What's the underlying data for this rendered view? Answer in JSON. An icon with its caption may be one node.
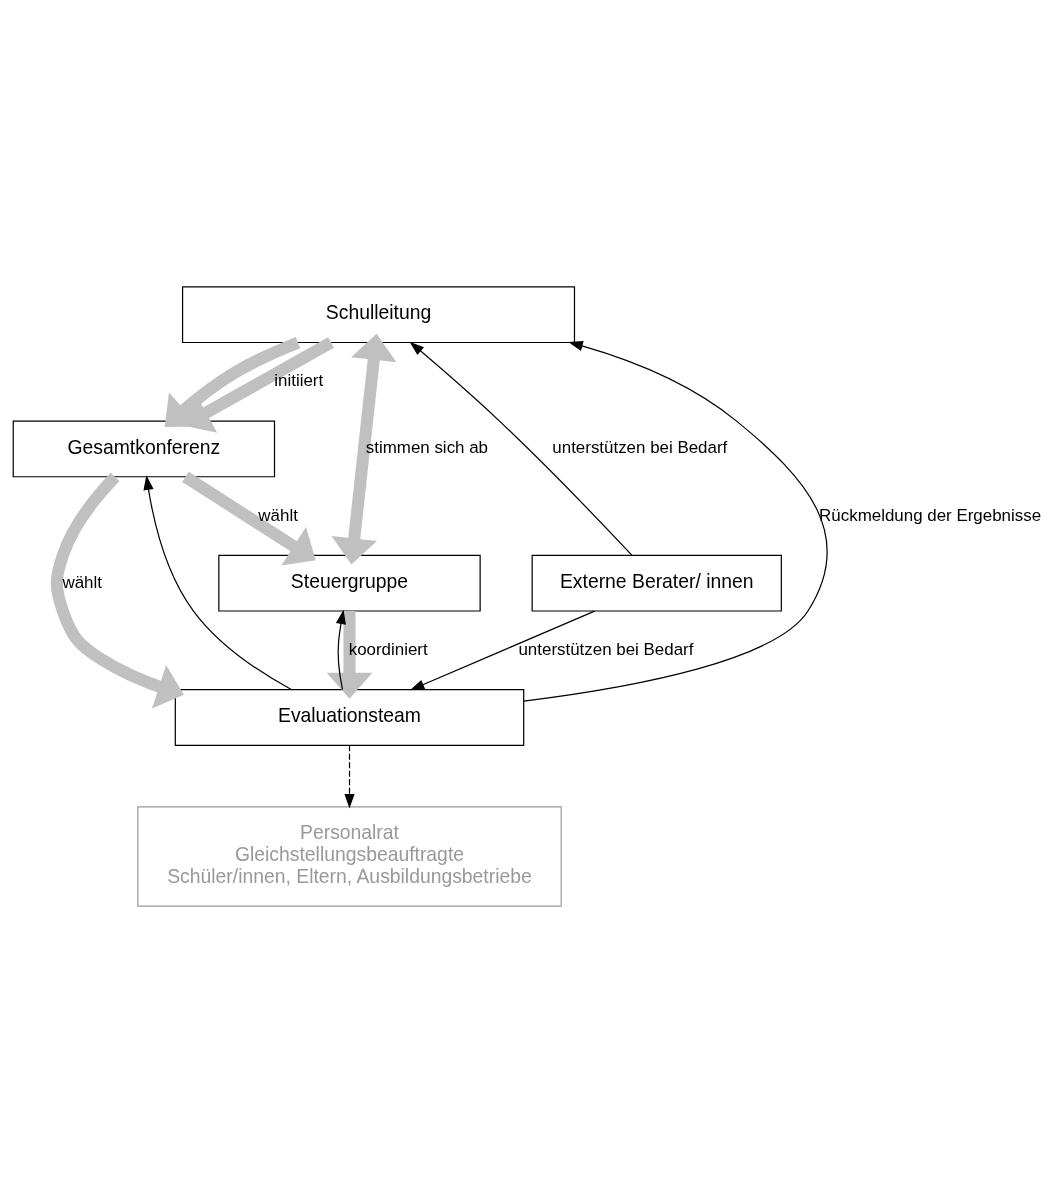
{
  "diagram": {
    "nodes": [
      {
        "text": [
          "Schulleitung"
        ]
      },
      {
        "text": [
          "Gesamtkonferenz"
        ]
      },
      {
        "text": [
          "Externe Berater/ innen"
        ]
      },
      {
        "text": [
          "Steuergruppe"
        ]
      },
      {
        "text": [
          "Evaluationsteam"
        ]
      },
      {
        "text": [
          "Personalrat",
          "Gleichstellungsbeauftragte",
          "Schüler/innen, Eltern, Ausbildungsbetriebe"
        ]
      }
    ],
    "edges": [
      {
        "from": 2,
        "to": 0,
        "arrow": "to",
        "label": "unterstützen bei Bedarf"
      },
      {
        "from": 0,
        "to": 1,
        "arrow": "to",
        "label": "initiiert",
        "style": "thick",
        "color": "#c0c0c0"
      },
      {
        "from": 0,
        "to": 3,
        "arrow": "both",
        "label": "stimmen sich ab",
        "style": "thick",
        "color": "#c0c0c0"
      },
      {
        "from": 0,
        "to": 1,
        "arrow": "to",
        "style": "thick",
        "color": "#c0c0c0"
      },
      {
        "from": 1,
        "to": 3,
        "arrow": "to",
        "label": "wählt",
        "style": "thick",
        "color": "#c0c0c0"
      },
      {
        "from": 1,
        "to": 4,
        "arrow": "to",
        "label": "wählt",
        "style": "thick",
        "color": "#c0c0c0"
      },
      {
        "from": 3,
        "to": 4,
        "arrow": "to",
        "label": "koordiniert",
        "style": "thick",
        "color": "#c0c0c0"
      },
      {
        "from": 2,
        "to": 4,
        "arrow": "to",
        "label": "unterstützen bei Bedarf"
      },
      {
        "from": 4,
        "to": 0,
        "arrow": "to",
        "label": "Rückmeldung der Ergebnisse"
      },
      {
        "from": 4,
        "to": 1,
        "arrow": "to"
      },
      {
        "from": 4,
        "to": 3,
        "arrow": "to"
      },
      {
        "from": 4,
        "to": 5,
        "arrow": "to",
        "style": "dashed"
      }
    ]
  }
}
